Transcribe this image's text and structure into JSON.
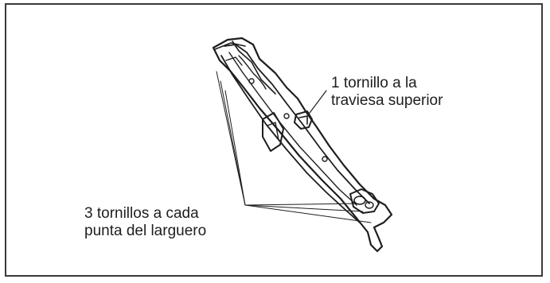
{
  "annotations": {
    "top": {
      "line1": "1 tornillo a la",
      "line2": "traviesa superior"
    },
    "bottom": {
      "line1": "3 tornillos a cada",
      "line2": "punta del larguero"
    }
  },
  "colors": {
    "ink": "#1e1e1e",
    "frame": "#3a3a3a",
    "background": "#ffffff"
  }
}
